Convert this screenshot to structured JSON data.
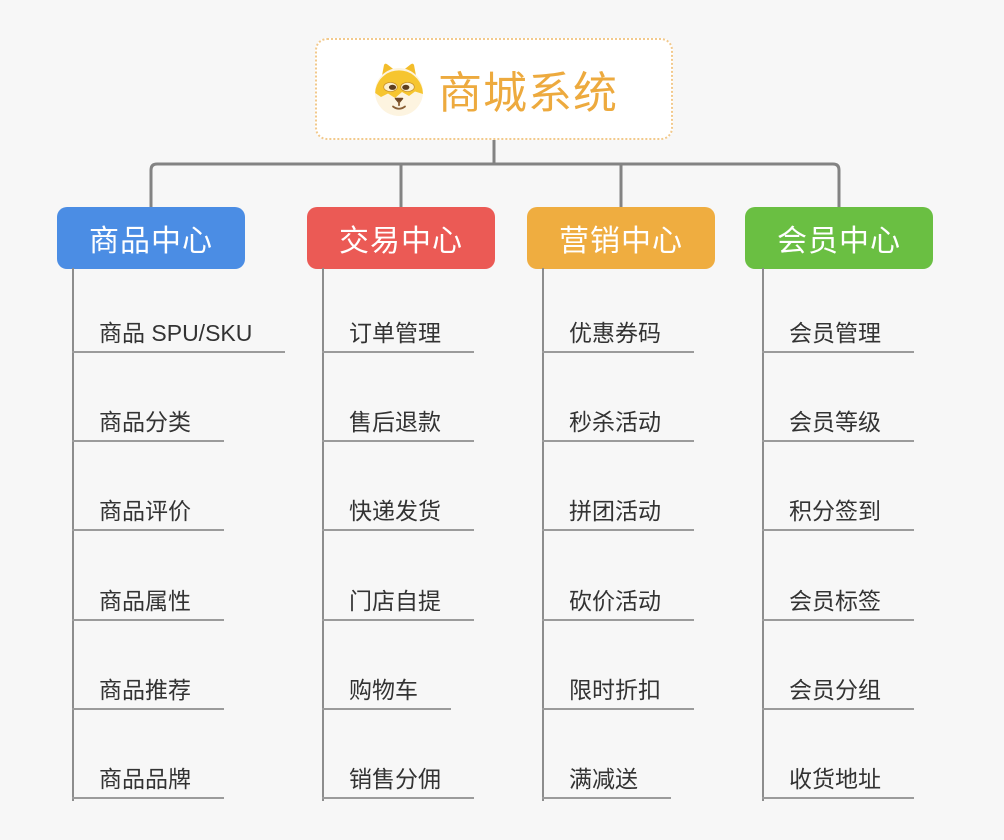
{
  "canvas": {
    "background": "#f7f7f7",
    "connector_color": "#838383",
    "trunk_color": "#8d8d8d",
    "underline_color": "#9b9b9b",
    "child_text_color": "#333333"
  },
  "root": {
    "title": "商城系统",
    "title_color": "#edaa3e",
    "border_color": "#f2c98c",
    "icon": "doge-face-icon"
  },
  "branches": [
    {
      "label": "商品中心",
      "color": "#4b8de4",
      "children": [
        "商品 SPU/SKU",
        "商品分类",
        "商品评价",
        "商品属性",
        "商品推荐",
        "商品品牌"
      ]
    },
    {
      "label": "交易中心",
      "color": "#eb5a55",
      "children": [
        "订单管理",
        "售后退款",
        "快递发货",
        "门店自提",
        "购物车",
        "销售分佣"
      ]
    },
    {
      "label": "营销中心",
      "color": "#efad40",
      "children": [
        "优惠券码",
        "秒杀活动",
        "拼团活动",
        "砍价活动",
        "限时折扣",
        "满减送"
      ]
    },
    {
      "label": "会员中心",
      "color": "#6abf42",
      "children": [
        "会员管理",
        "会员等级",
        "积分签到",
        "会员标签",
        "会员分组",
        "收货地址"
      ]
    }
  ]
}
